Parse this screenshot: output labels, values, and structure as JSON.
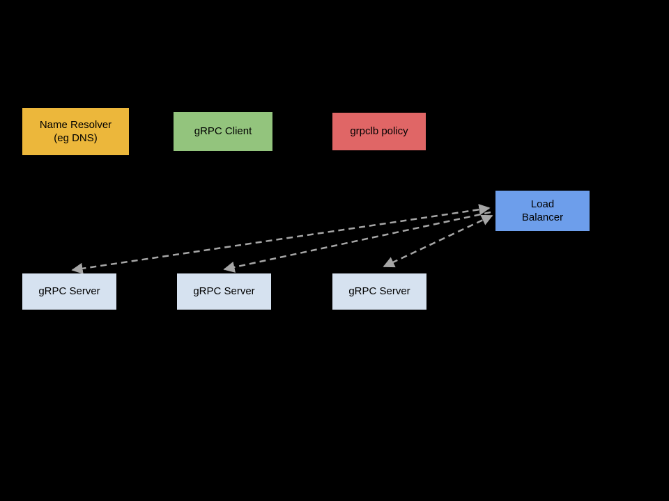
{
  "diagram": {
    "background_color": "#000000",
    "arrow_color": "#a6a6a6",
    "arrow_style": "dashed",
    "nodes": {
      "name_resolver": {
        "label": "Name Resolver\n(eg DNS)",
        "color": "#ecb73b"
      },
      "grpc_client": {
        "label": "gRPC Client",
        "color": "#93c47d"
      },
      "grpclb_policy": {
        "label": "grpclb policy",
        "color": "#e06666"
      },
      "load_balancer": {
        "label": "Load\nBalancer",
        "color": "#6d9eeb"
      },
      "grpc_server_1": {
        "label": "gRPC Server",
        "color": "#d6e2f0"
      },
      "grpc_server_2": {
        "label": "gRPC Server",
        "color": "#d6e2f0"
      },
      "grpc_server_3": {
        "label": "gRPC Server",
        "color": "#d6e2f0"
      }
    },
    "edges": [
      {
        "from": "load_balancer",
        "to": "grpc_server_1",
        "style": "dashed",
        "bidirectional": true
      },
      {
        "from": "load_balancer",
        "to": "grpc_server_2",
        "style": "dashed",
        "bidirectional": true
      },
      {
        "from": "load_balancer",
        "to": "grpc_server_3",
        "style": "dashed",
        "bidirectional": true
      }
    ]
  }
}
